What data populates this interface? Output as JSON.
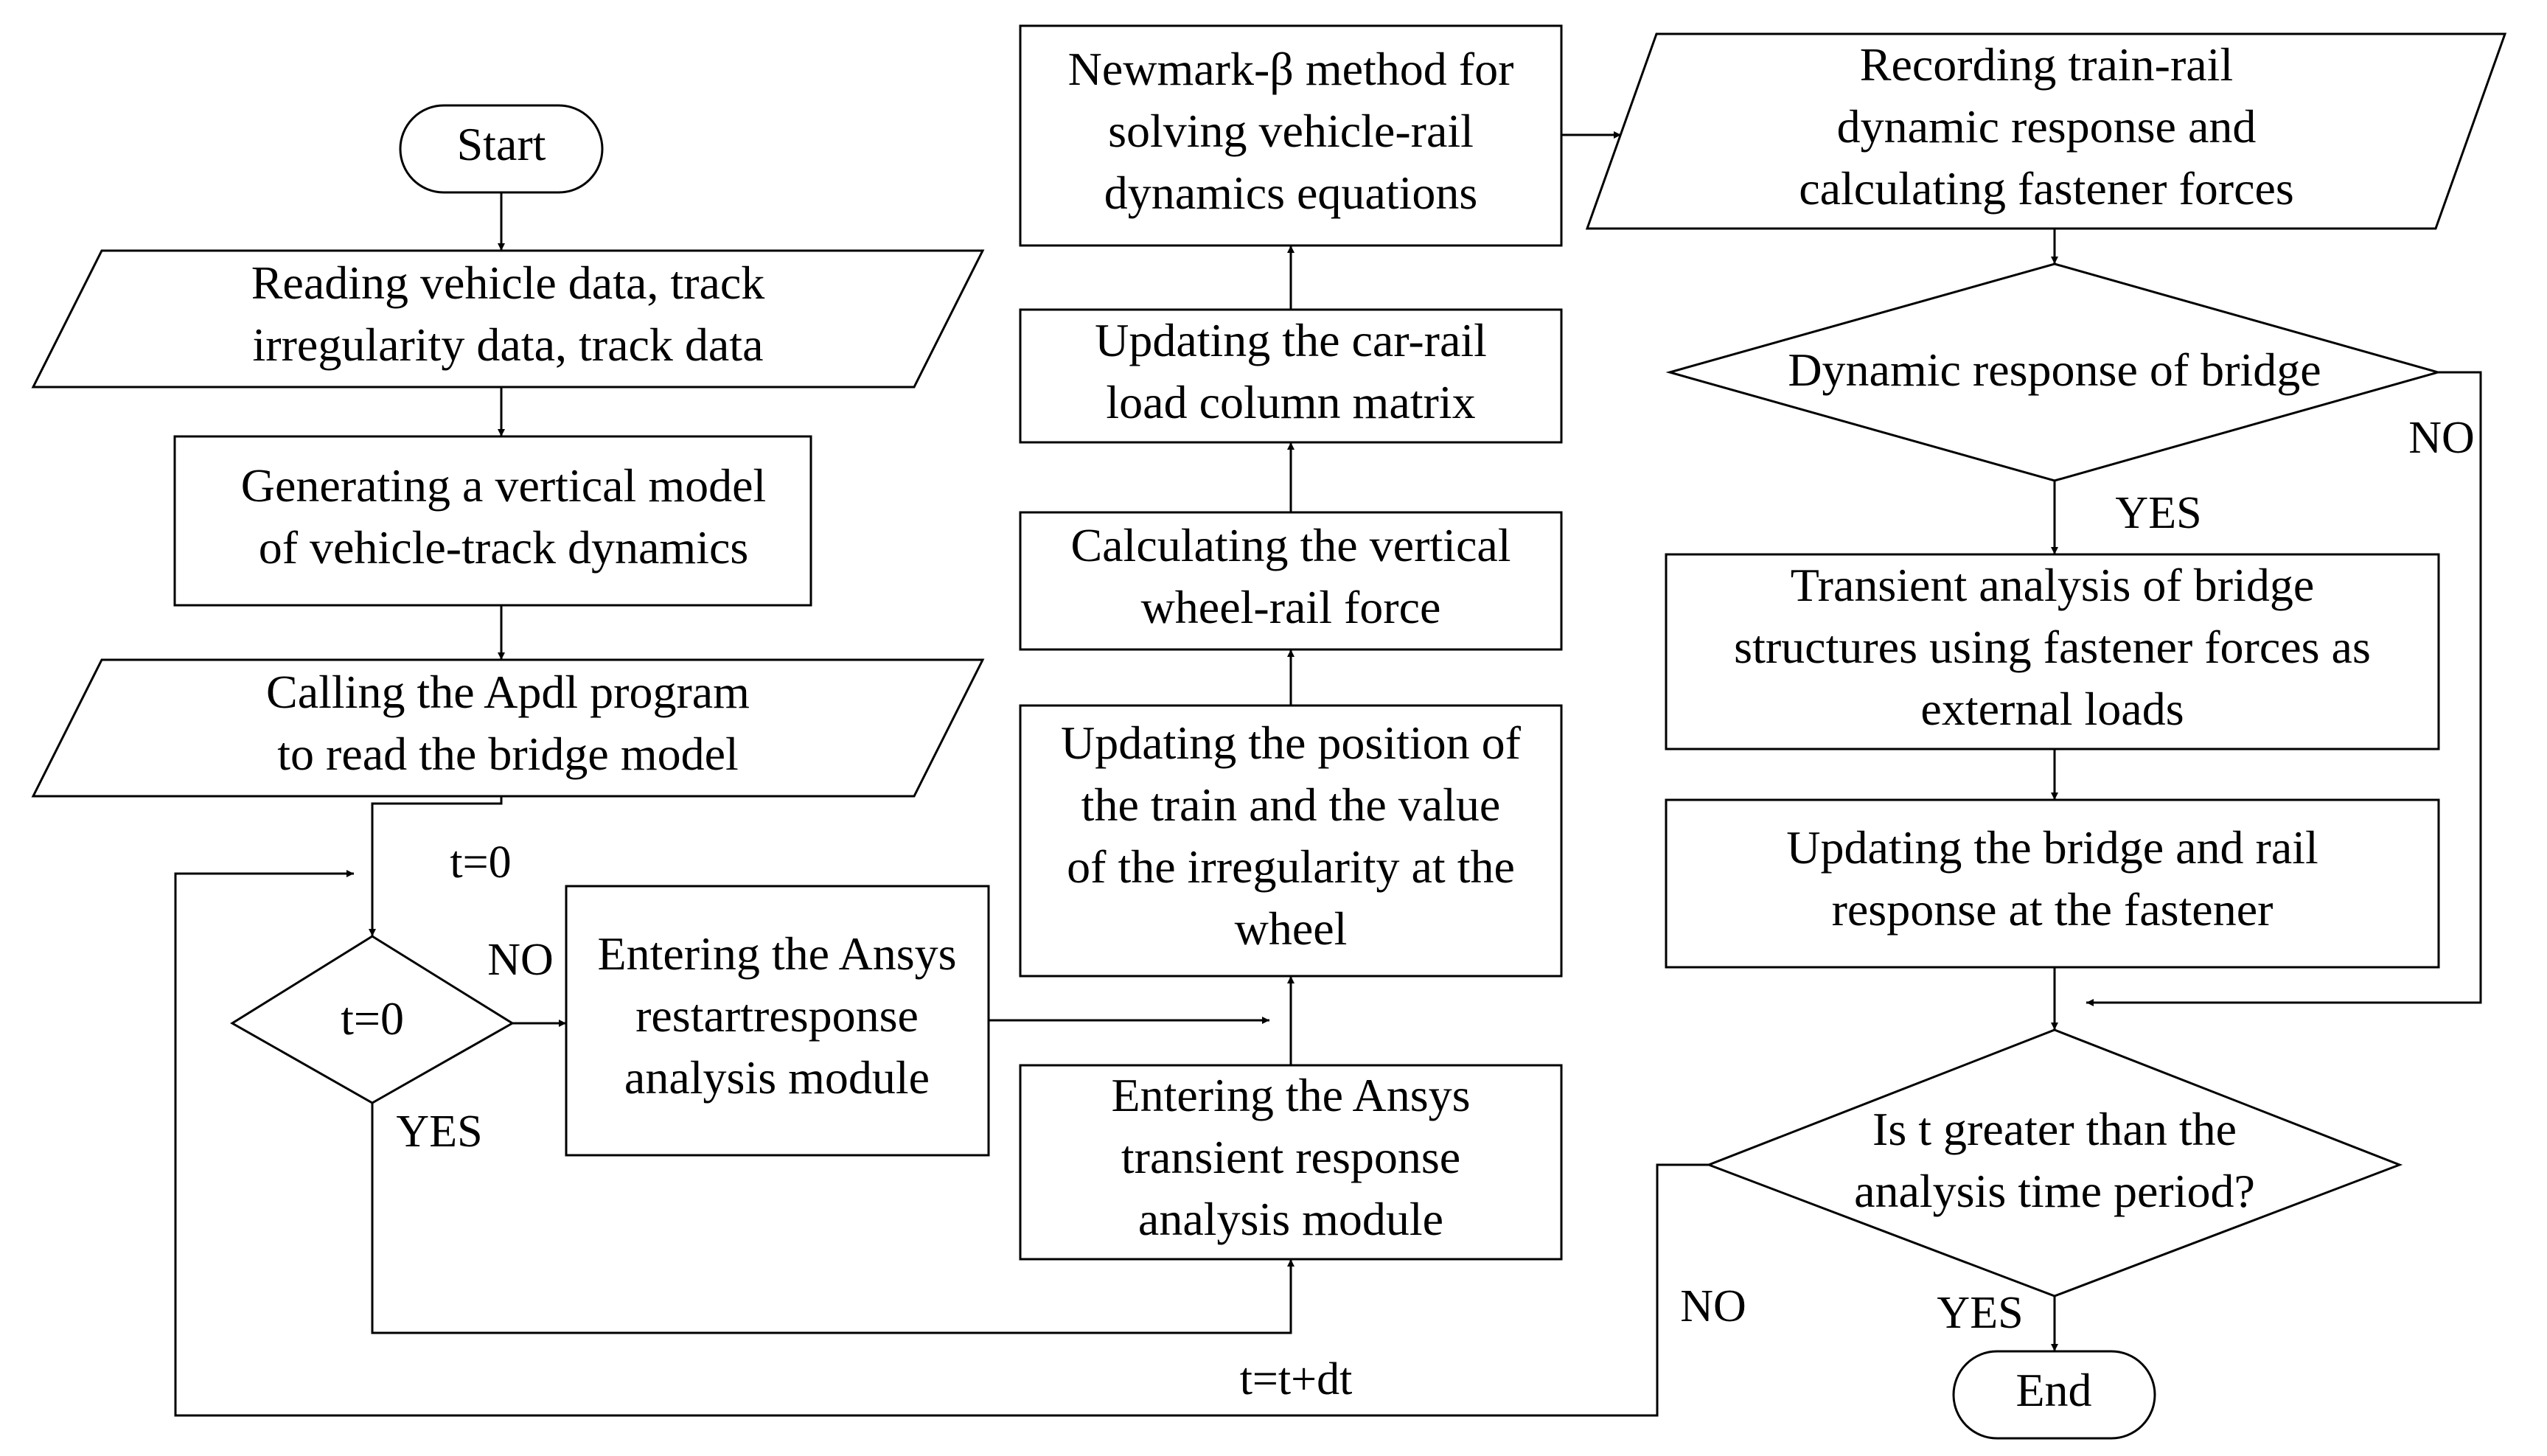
{
  "nodes": {
    "start": [
      "Start"
    ],
    "read_data": [
      "Reading vehicle data, track",
      "irregularity data, track data"
    ],
    "gen_model": [
      "Generating a vertical model",
      "of vehicle-track dynamics"
    ],
    "call_apdl": [
      "Calling the Apdl program",
      "to read the bridge model"
    ],
    "decision_t0": [
      "t=0"
    ],
    "ansys_restart": [
      "Entering the Ansys",
      "restartresponse",
      "analysis module"
    ],
    "ansys_transient": [
      "Entering the Ansys",
      "transient response",
      "analysis module"
    ],
    "update_position": [
      "Updating the position of",
      "the train and the value",
      "of the irregularity at the",
      "wheel"
    ],
    "calc_force": [
      "Calculating the vertical",
      "wheel-rail force"
    ],
    "update_load": [
      "Updating the car-rail",
      "load column matrix"
    ],
    "newmark": [
      "Newmark-β method for",
      "solving vehicle-rail",
      "dynamics equations"
    ],
    "record": [
      "Recording train-rail",
      "dynamic response and",
      "calculating fastener forces"
    ],
    "decision_bridge": [
      "Dynamic response of bridge"
    ],
    "transient_bridge": [
      "Transient analysis of bridge",
      "structures using fastener forces as",
      "external loads"
    ],
    "update_bridge_rail": [
      "Updating the bridge and rail",
      "response at the fastener"
    ],
    "decision_time": [
      "Is t greater than the",
      "analysis time period?"
    ],
    "end": [
      "End"
    ]
  },
  "edge_labels": {
    "t_zero": "t=0",
    "no_restart": "NO",
    "yes_transient": "YES",
    "bridge_no": "NO",
    "bridge_yes": "YES",
    "time_no": "NO",
    "time_yes": "YES",
    "t_step": "t=t+dt"
  }
}
